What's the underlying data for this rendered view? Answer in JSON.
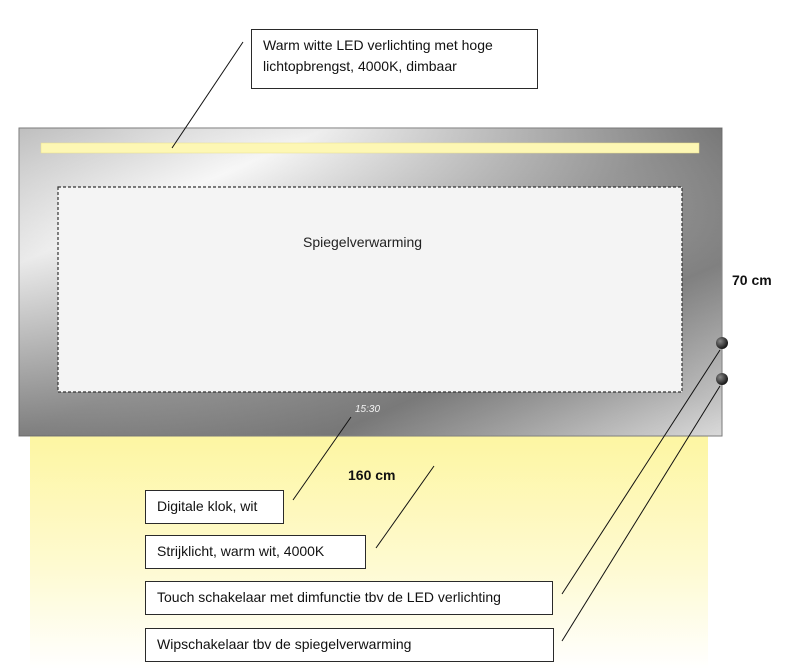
{
  "diagram": {
    "callouts": {
      "led_line1": "Warm witte LED verlichting met hoge",
      "led_line2": "lichtopbrengst, 4000K, dimbaar",
      "clock": "Digitale klok, wit",
      "strip": "Strijklicht, warm wit, 4000K",
      "touch": "Touch schakelaar met dimfunctie tbv de LED verlichting",
      "rocker": "Wipschakelaar tbv de spiegelverwarming"
    },
    "heating_label": "Spiegelverwarming",
    "clock_display": "15:30",
    "width_label": "160 cm",
    "height_label": "70 cm"
  }
}
